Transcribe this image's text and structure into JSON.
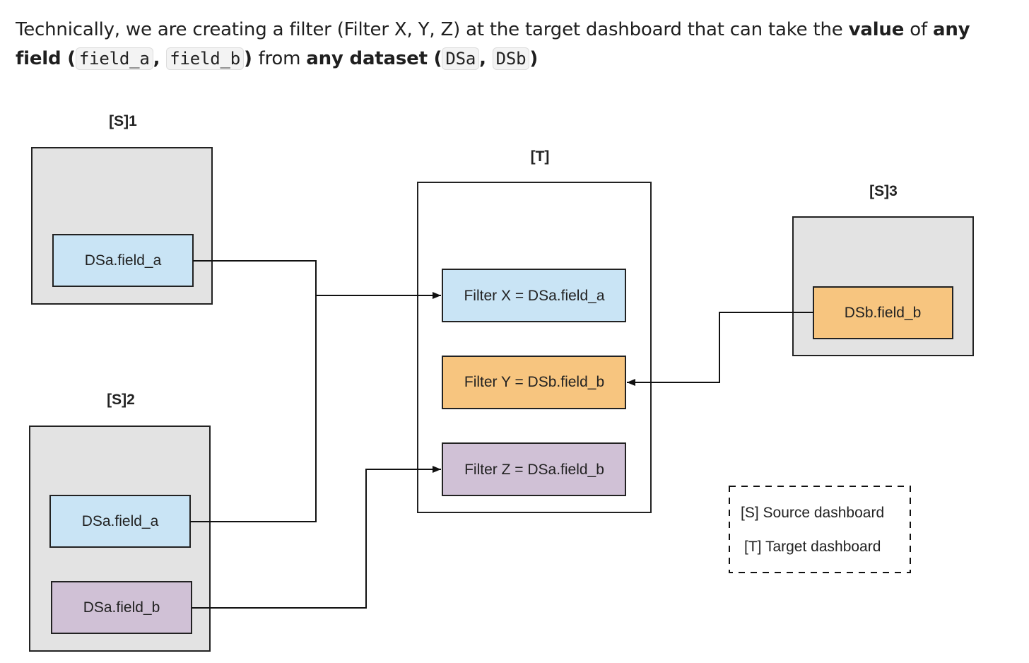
{
  "intro": {
    "part1": "Technically, we are creating a filter (Filter X, Y, Z) at the target dashboard that can take the ",
    "value_word": "value",
    "of_word": " of ",
    "any_word": "any",
    "field_bold": "field (",
    "code_field_a": "field_a",
    "comma1": ", ",
    "code_field_b": "field_b",
    "close_from": ") ",
    "from_word": "from ",
    "any_dataset": "any dataset (",
    "code_dsa": "DSa",
    "comma2": ", ",
    "code_dsb": "DSb",
    "close_paren": ")"
  },
  "diagram": {
    "s1": {
      "title": "[S]1",
      "field": "DSa.field_a"
    },
    "s2": {
      "title": "[S]2",
      "field_a": "DSa.field_a",
      "field_b": "DSa.field_b"
    },
    "s3": {
      "title": "[S]3",
      "field": "DSb.field_b"
    },
    "t": {
      "title": "[T]",
      "filter_x": "Filter X = DSa.field_a",
      "filter_y": "Filter Y = DSb.field_b",
      "filter_z": "Filter Z = DSa.field_b"
    },
    "legend": {
      "source": "[S] Source dashboard",
      "target": "[T] Target dashboard"
    },
    "colors": {
      "dsa_field_a": "#c9e4f5",
      "dsb_field_b": "#f7c57f",
      "dsa_field_b": "#d0c1d6",
      "source_bg": "#e3e3e3"
    }
  }
}
